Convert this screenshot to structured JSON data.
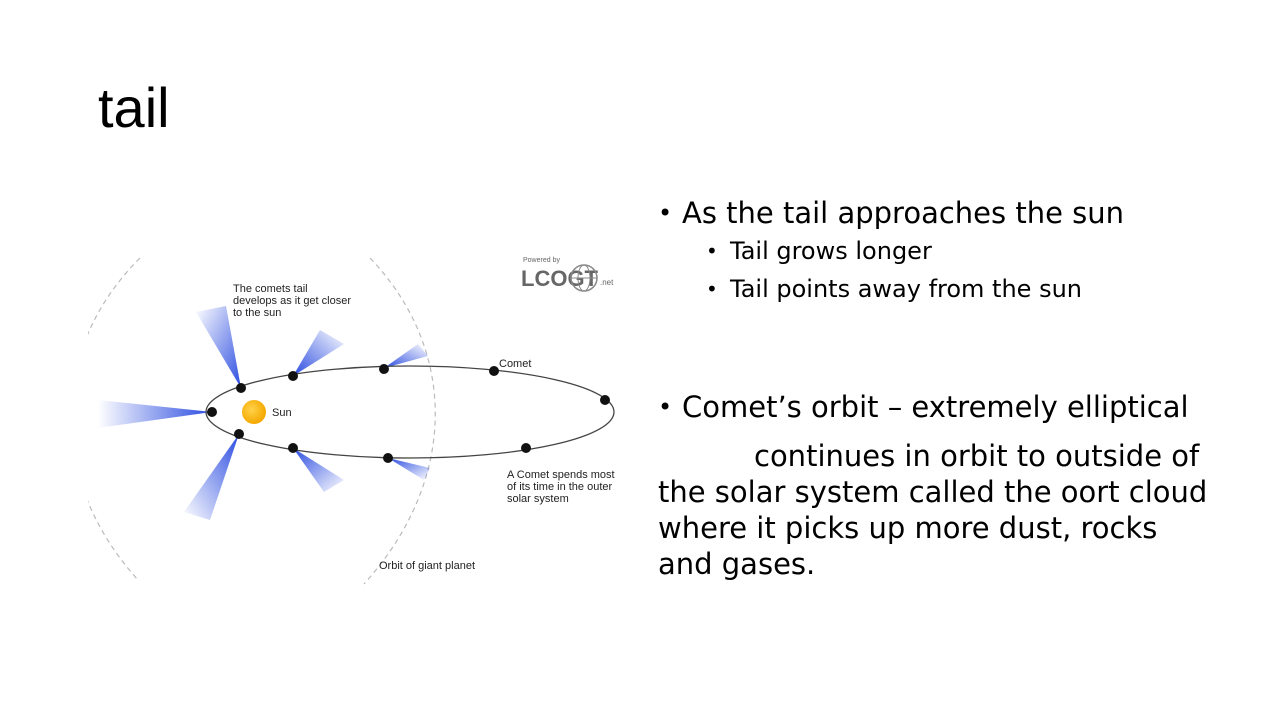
{
  "slide": {
    "title": "tail"
  },
  "bullets": [
    {
      "text": "As the tail approaches the sun",
      "sub": [
        "Tail grows longer",
        "Tail points away from the sun"
      ]
    },
    {
      "text": "Comet’s orbit – extremely elliptical",
      "sub": []
    }
  ],
  "paragraph": "continues in orbit to outside of the solar system called the oort cloud where it picks up more dust, rocks and gases.",
  "diagram": {
    "label_tail": [
      "The comets tail",
      "develops as it get closer",
      "to the sun"
    ],
    "label_sun": "Sun",
    "label_comet": "Comet",
    "label_outer": [
      "A Comet spends most",
      "of its time in the outer",
      "solar system"
    ],
    "label_planet_orbit": "Orbit of giant planet",
    "logo": {
      "powered_by": "Powered by",
      "name": "LCOGT",
      "suffix": ".net"
    },
    "colors": {
      "sun": "#f5a800",
      "tail": "#2b4ce0",
      "comet": "#111111",
      "orbit": "#444444",
      "planet_orbit": "#bbbbbb"
    }
  }
}
